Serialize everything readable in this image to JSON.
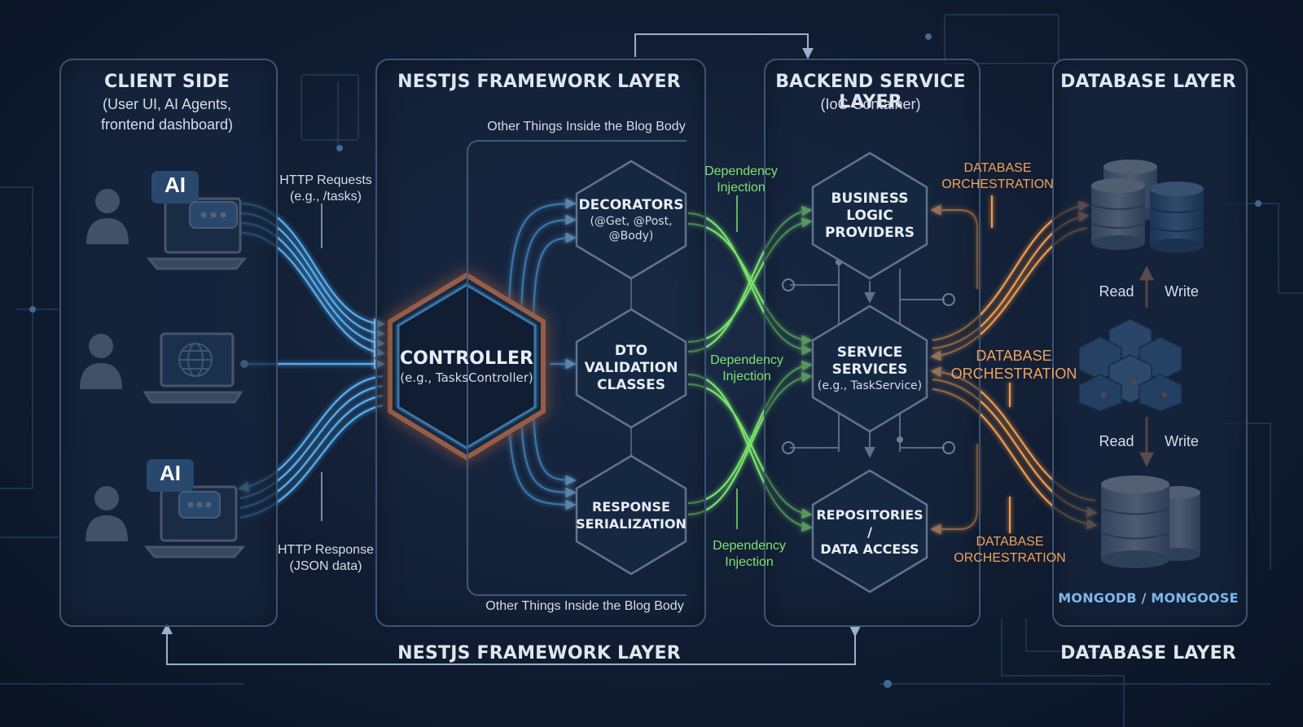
{
  "client": {
    "title": "CLIENT SIDE",
    "subtitle_l1": "(User UI, AI Agents,",
    "subtitle_l2": "frontend dashboard)",
    "ai_badge": "AI",
    "requests_l1": "HTTP Requests",
    "requests_l2": "(e.g., /tasks)",
    "response_l1": "HTTP Response",
    "response_l2": "(JSON data)"
  },
  "nest": {
    "title": "NESTJS FRAMEWORK LAYER",
    "inner_top": "Other Things Inside the Blog Body",
    "inner_bottom": "Other Things Inside the Blog Body",
    "controller": "CONTROLLER",
    "controller_sub": "(e.g., TasksController)",
    "decorators": "DECORATORS",
    "decorators_sub_l1": "(@Get, @Post,",
    "decorators_sub_l2": "@Body)",
    "dto_l1": "DTO",
    "dto_l2": "VALIDATION",
    "dto_l3": "CLASSES",
    "resp_l1": "RESPONSE",
    "resp_l2": "SERIALIZATION",
    "bottom_title": "NESTJS FRAMEWORK LAYER"
  },
  "di": {
    "line1": "Dependency",
    "line2": "Injection"
  },
  "backend": {
    "title": "BACKEND SERVICE LAYER",
    "subtitle": "(IoC Container)",
    "blp_l1": "BUSINESS",
    "blp_l2": "LOGIC",
    "blp_l3": "PROVIDERS",
    "svc_l1": "SERVICE",
    "svc_l2": "SERVICES",
    "svc_sub": "(e.g., TaskService)",
    "repo_l1": "REPOSITORIES /",
    "repo_l2": "DATA ACCESS"
  },
  "orchestration": {
    "line1": "DATABASE",
    "line2": "ORCHESTRATION"
  },
  "database": {
    "title": "DATABASE LAYER",
    "read": "Read",
    "write": "Write",
    "footer": "MONGODB / MONGOOSE",
    "bottom_title": "DATABASE LAYER"
  },
  "colors": {
    "blue_flow": "#58b8ff",
    "green_flow": "#7ae36a",
    "orange_flow": "#f39a4a",
    "controller_glow": "#ff8a4d",
    "panel_border": "#3a5474"
  },
  "icons": [
    "user-icon",
    "laptop-icon",
    "chat-bubble-icon",
    "globe-icon",
    "database-icon",
    "arrow-up-icon",
    "arrow-down-icon"
  ]
}
